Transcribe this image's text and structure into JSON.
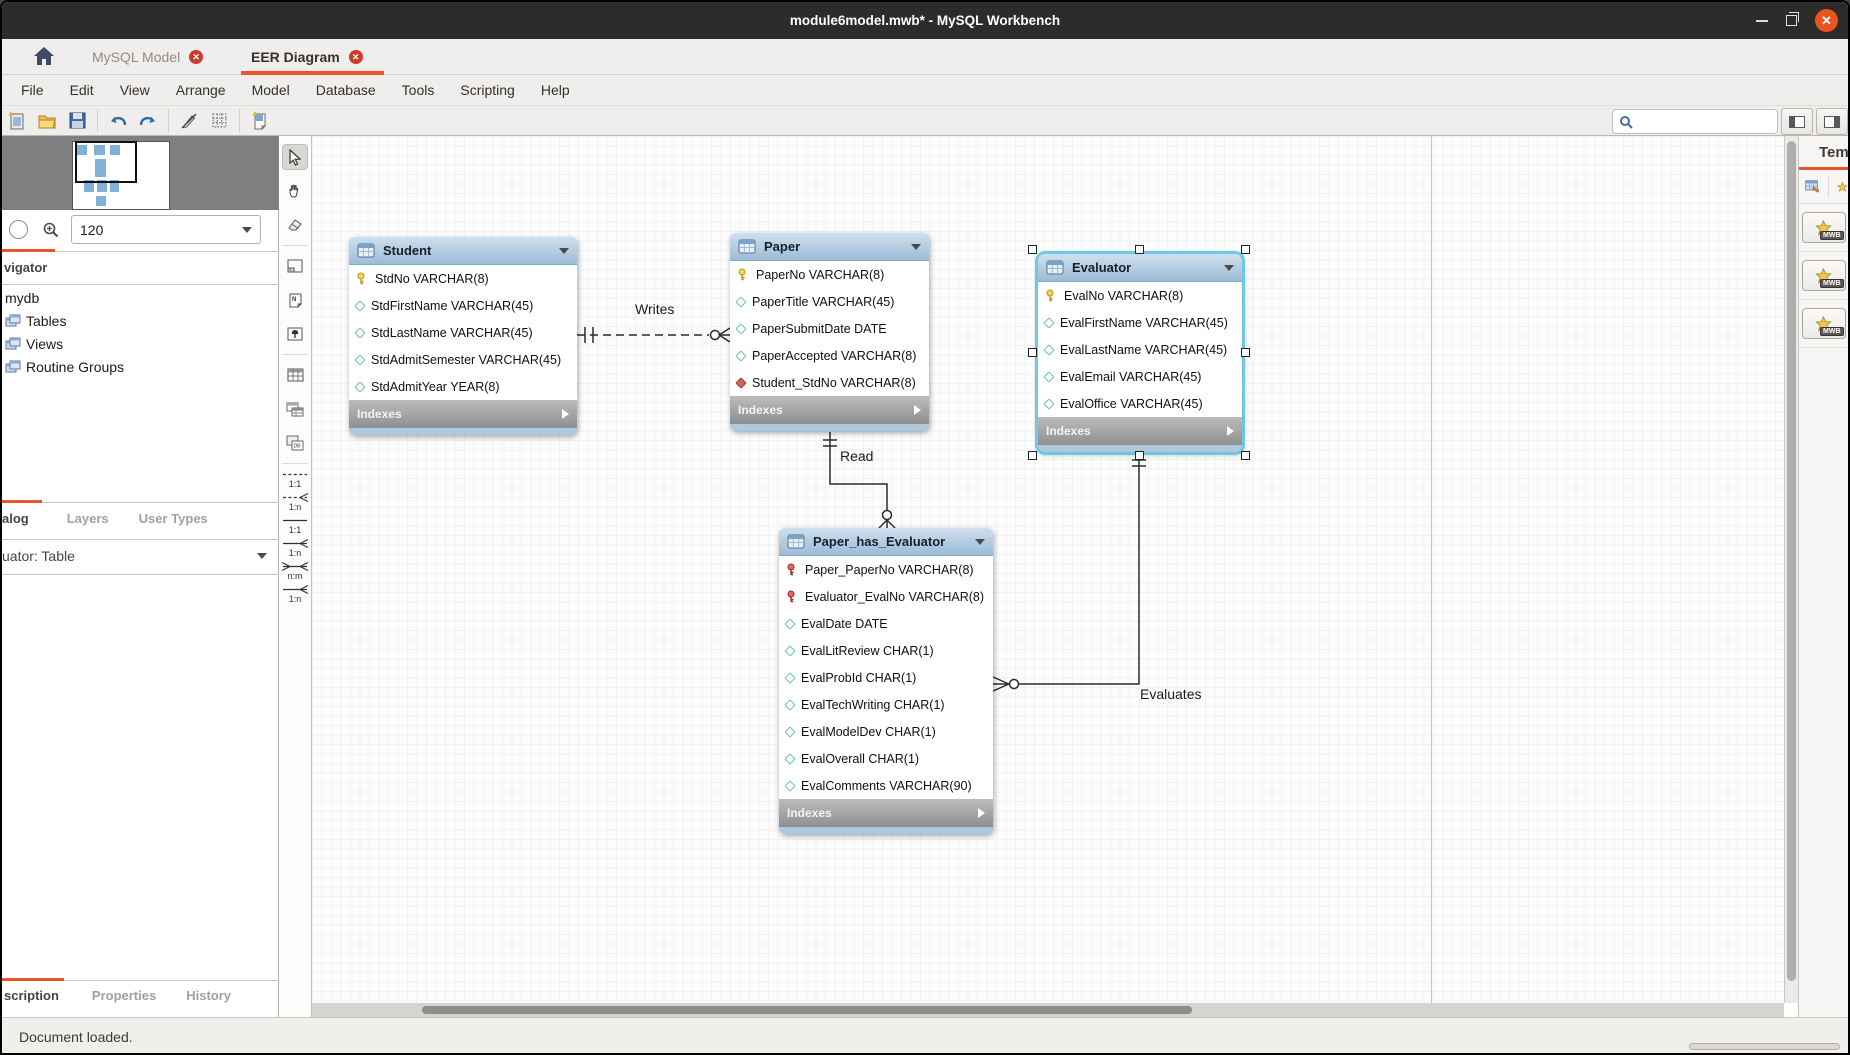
{
  "window": {
    "title": "module6model.mwb* - MySQL Workbench"
  },
  "tabs": [
    {
      "label": "MySQL Model",
      "active": false
    },
    {
      "label": "EER Diagram",
      "active": true
    }
  ],
  "menu": [
    "File",
    "Edit",
    "View",
    "Arrange",
    "Model",
    "Database",
    "Tools",
    "Scripting",
    "Help"
  ],
  "toolbar": {
    "search_value": ""
  },
  "sidebar": {
    "zoom_value": "120",
    "navigator_title": "vigator",
    "tree": [
      "mydb",
      "Tables",
      "Views",
      "Routine Groups"
    ],
    "catalog_tabs": [
      "alog",
      "Layers",
      "User Types"
    ],
    "selection_label": "uator: Table",
    "bottom_tabs": [
      "scription",
      "Properties",
      "History"
    ]
  },
  "palette": {
    "relationship_labels": [
      "1:1",
      "1:n",
      "1:1",
      "1:n",
      "n:m",
      "1:n"
    ]
  },
  "right_panel": {
    "title": "Tem",
    "buttons": [
      "MWB",
      "MWB",
      "MWB"
    ]
  },
  "diagram": {
    "tables": [
      {
        "name": "Student",
        "footer": "Indexes",
        "selected": false,
        "fields": [
          {
            "icon": "key",
            "text": "StdNo VARCHAR(8)"
          },
          {
            "icon": "diamond",
            "text": "StdFirstName VARCHAR(45)"
          },
          {
            "icon": "diamond",
            "text": "StdLastName VARCHAR(45)"
          },
          {
            "icon": "diamond",
            "text": "StdAdmitSemester VARCHAR(45)"
          },
          {
            "icon": "diamond",
            "text": "StdAdmitYear YEAR(8)"
          }
        ]
      },
      {
        "name": "Paper",
        "footer": "Indexes",
        "selected": false,
        "fields": [
          {
            "icon": "key",
            "text": "PaperNo VARCHAR(8)"
          },
          {
            "icon": "diamond",
            "text": "PaperTitle VARCHAR(45)"
          },
          {
            "icon": "diamond",
            "text": "PaperSubmitDate DATE"
          },
          {
            "icon": "diamond",
            "text": "PaperAccepted VARCHAR(8)"
          },
          {
            "icon": "diamond-red",
            "text": "Student_StdNo VARCHAR(8)"
          }
        ]
      },
      {
        "name": "Evaluator",
        "footer": "Indexes",
        "selected": true,
        "fields": [
          {
            "icon": "key",
            "text": "EvalNo VARCHAR(8)"
          },
          {
            "icon": "diamond",
            "text": "EvalFirstName VARCHAR(45)"
          },
          {
            "icon": "diamond",
            "text": "EvalLastName VARCHAR(45)"
          },
          {
            "icon": "diamond",
            "text": "EvalEmail VARCHAR(45)"
          },
          {
            "icon": "diamond",
            "text": "EvalOffice VARCHAR(45)"
          }
        ]
      },
      {
        "name": "Paper_has_Evaluator",
        "footer": "Indexes",
        "selected": false,
        "fields": [
          {
            "icon": "key-red",
            "text": "Paper_PaperNo VARCHAR(8)"
          },
          {
            "icon": "key-red",
            "text": "Evaluator_EvalNo VARCHAR(8)"
          },
          {
            "icon": "diamond",
            "text": "EvalDate DATE"
          },
          {
            "icon": "diamond",
            "text": "EvalLitReview CHAR(1)"
          },
          {
            "icon": "diamond",
            "text": "EvalProbId CHAR(1)"
          },
          {
            "icon": "diamond",
            "text": "EvalTechWriting CHAR(1)"
          },
          {
            "icon": "diamond",
            "text": "EvalModelDev CHAR(1)"
          },
          {
            "icon": "diamond",
            "text": "EvalOverall CHAR(1)"
          },
          {
            "icon": "diamond",
            "text": "EvalComments VARCHAR(90)"
          }
        ]
      }
    ],
    "relationships": [
      {
        "label": "Writes"
      },
      {
        "label": "Read"
      },
      {
        "label": "Evaluates"
      }
    ]
  },
  "statusbar": {
    "message": "Document loaded."
  }
}
